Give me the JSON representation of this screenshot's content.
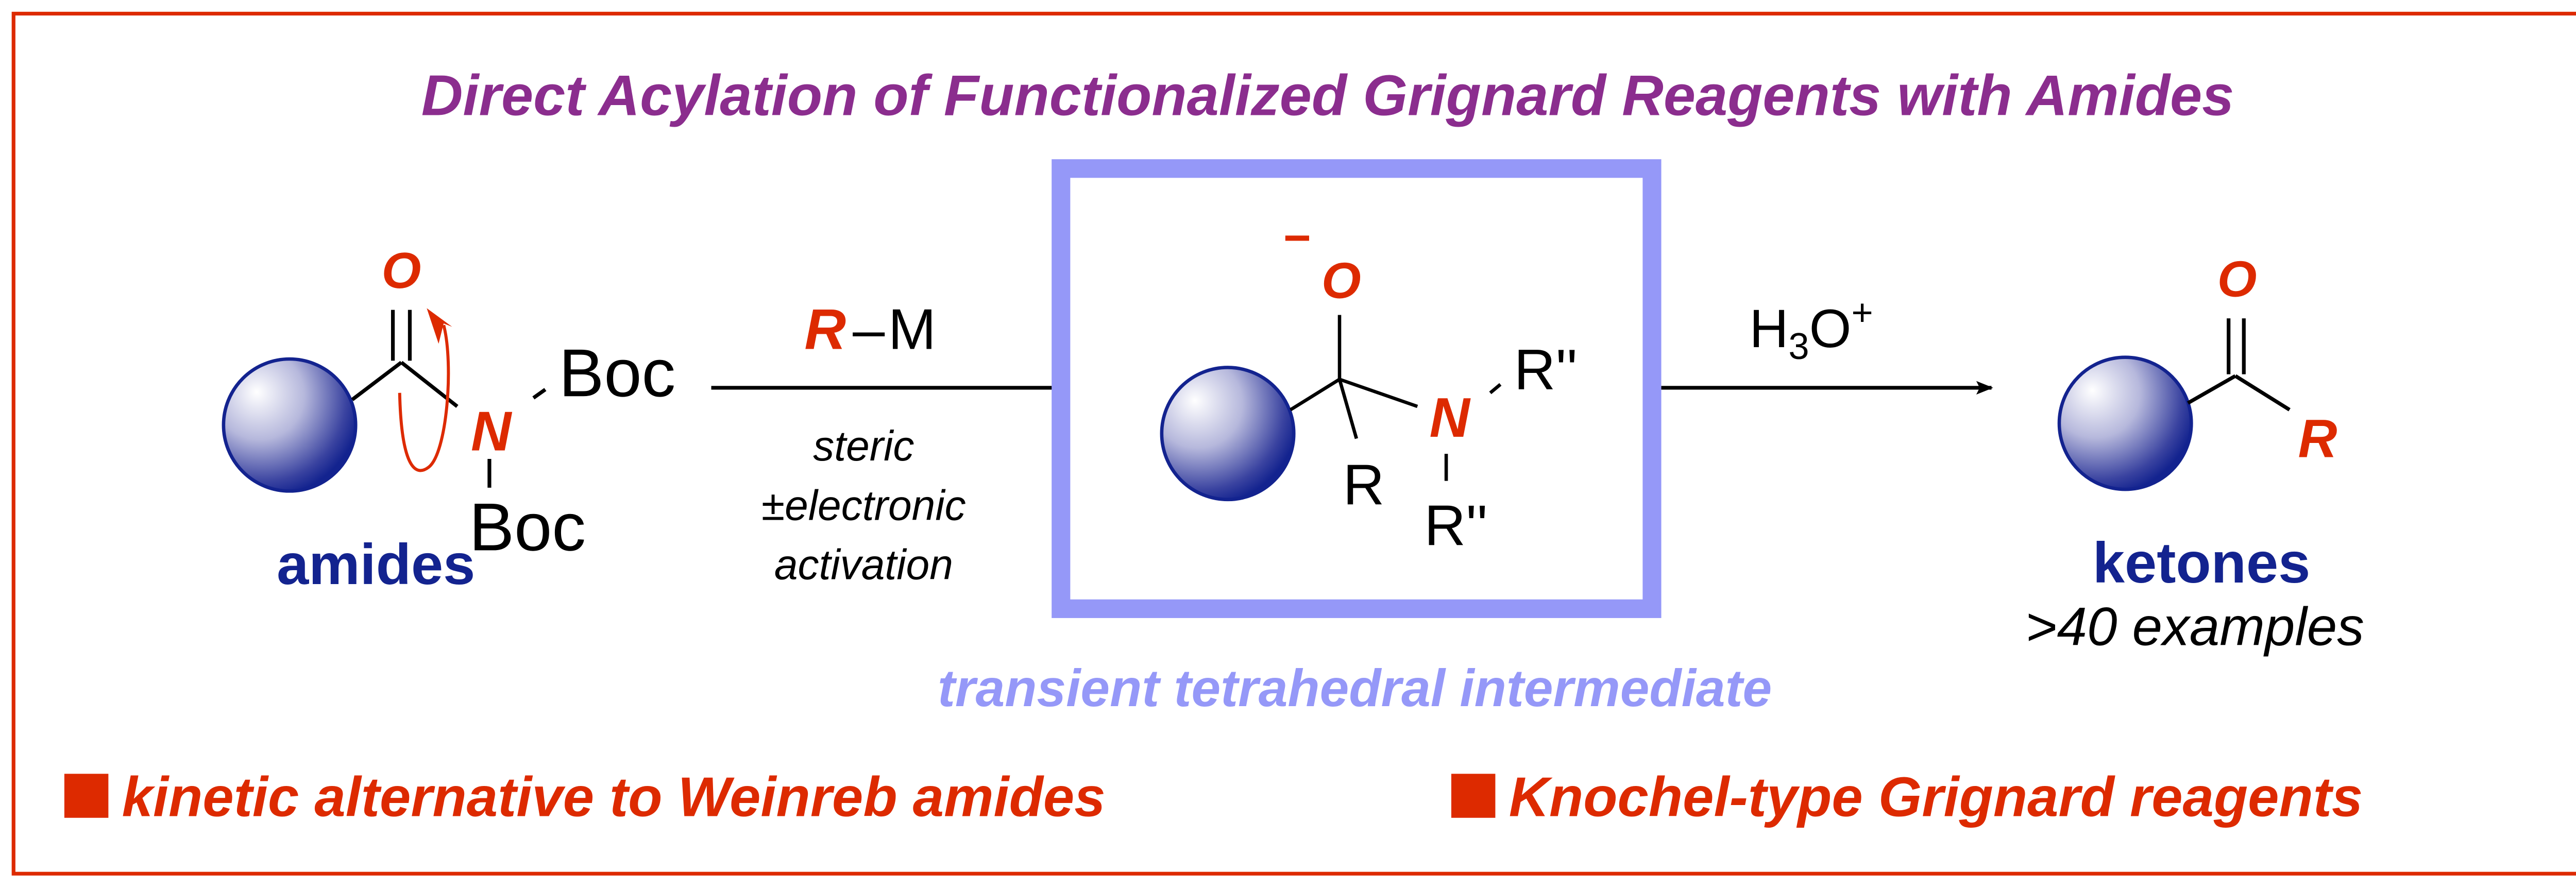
{
  "title": "Direct Acylation of Functionalized Grignard Reagents with Amides",
  "colors": {
    "title": "#8b2d8e",
    "accent_red": "#dd2a00",
    "navy": "#13238f",
    "lavender": "#9598f8",
    "border": "#dd2a00"
  },
  "starting_material": {
    "oxygen": "O",
    "nitrogen": "N",
    "group_top": "Boc",
    "group_bottom": "Boc",
    "label": "amides"
  },
  "reagent": {
    "r": "R",
    "m": "M",
    "condition_lines": [
      "steric",
      "±electronic",
      "activation"
    ]
  },
  "intermediate": {
    "charge": "−",
    "oxygen": "O",
    "nitrogen": "N",
    "r": "R",
    "n_sub_top": "R''",
    "n_sub_bottom": "R''",
    "label": "transient tetrahedral intermediate"
  },
  "workup": {
    "h3o": "H",
    "sub": "3",
    "o": "O",
    "sup": "+"
  },
  "product": {
    "oxygen": "O",
    "r": "R",
    "label": "ketones",
    "examples": ">40 examples"
  },
  "highlights": [
    "kinetic alternative to Weinreb amides",
    "Knochel-type Grignard reagents"
  ]
}
